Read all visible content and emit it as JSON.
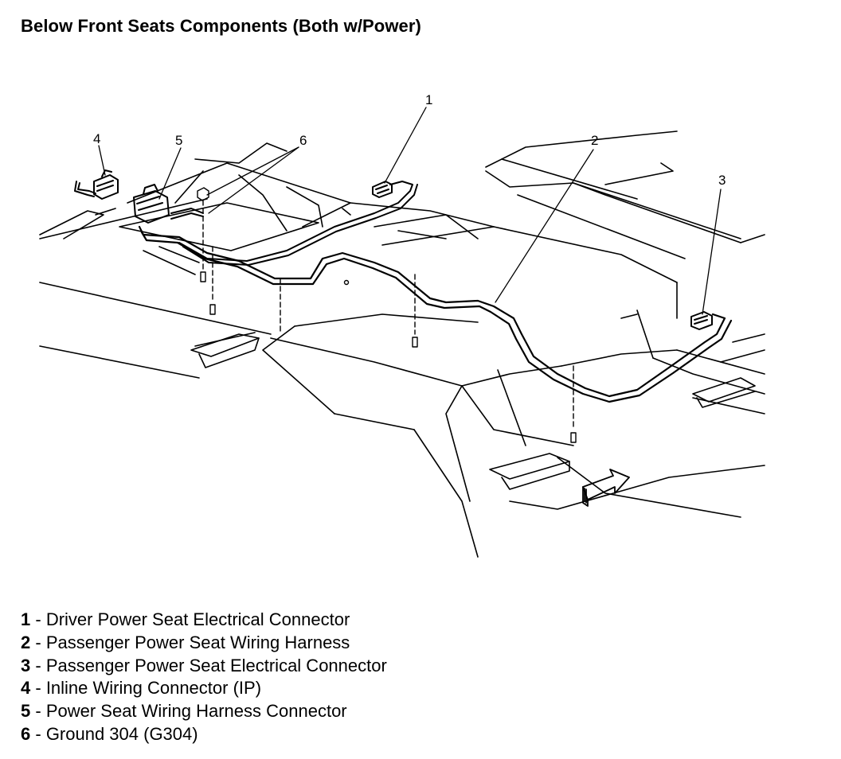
{
  "title": "Below Front Seats Components (Both w/Power)",
  "callouts": [
    {
      "number": "1"
    },
    {
      "number": "2"
    },
    {
      "number": "3"
    },
    {
      "number": "4"
    },
    {
      "number": "5"
    },
    {
      "number": "6"
    }
  ],
  "legend": [
    {
      "number": "1",
      "separator": " - ",
      "label": "Driver Power Seat Electrical Connector"
    },
    {
      "number": "2",
      "separator": " - ",
      "label": "Passenger Power Seat Wiring Harness"
    },
    {
      "number": "3",
      "separator": " - ",
      "label": "Passenger Power Seat Electrical Connector"
    },
    {
      "number": "4",
      "separator": " - ",
      "label": "Inline Wiring Connector (IP)"
    },
    {
      "number": "5",
      "separator": " - ",
      "label": "Power Seat Wiring Harness Connector"
    },
    {
      "number": "6",
      "separator": " - ",
      "label": "Ground 304 (G304)"
    }
  ],
  "colors": {
    "line": "#000000",
    "background": "#ffffff"
  }
}
